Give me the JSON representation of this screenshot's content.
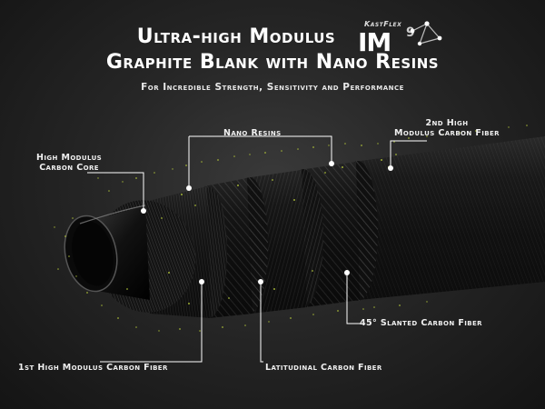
{
  "header": {
    "title_line1": "Ultra-high Modulus",
    "brand": "KastFlex",
    "logo_mark": "IM",
    "logo_sup": "9",
    "title_line2": "Graphite Blank with Nano Resins",
    "subtitle": "For Incredible Strength, Sensitivity and Performance"
  },
  "callouts": {
    "core_line1": "High Modulus",
    "core_line2": "Carbon Core",
    "nano": "Nano Resins",
    "second_line1": "2nd High",
    "second_line2": "Modulus Carbon Fiber",
    "slanted": "45° Slanted Carbon Fiber",
    "first": "1st High Modulus Carbon Fiber",
    "latitudinal": "Latitudinal Carbon Fiber"
  },
  "colors": {
    "speck": "#b5c93a",
    "fiber_dark": "#101010",
    "fiber_mid": "#2e2e2e",
    "line": "#ffffff"
  },
  "icons": [
    "molecule-icon"
  ]
}
